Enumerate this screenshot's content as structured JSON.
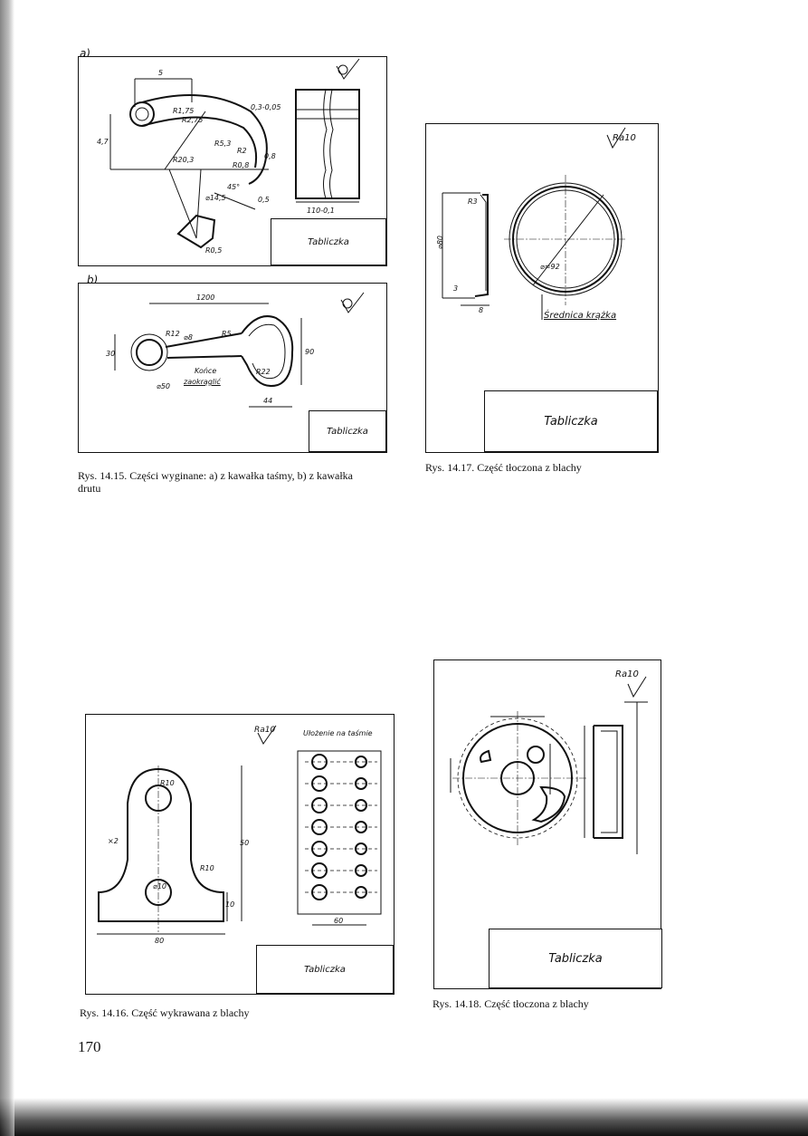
{
  "page_number": "170",
  "fig_a_label": "a)",
  "fig_b_label": "b)",
  "tablet": "Tabliczka",
  "roughness_ra10": "Ra10",
  "fig_14_15": {
    "caption_line1": "Rys. 14.15. Części wyginane: a) z kawałka taśmy, b) z kawałka",
    "caption_line2": "drutu",
    "a_dims": [
      "5",
      "4,7",
      "R1,75",
      "R2,75",
      "0,3-0,05",
      "R5,3",
      "R20,3",
      "R2",
      "R0,8",
      "0,8",
      "45°",
      "0,5",
      "⌀14,5",
      "R0,5",
      "110-0,1"
    ],
    "b_dims": [
      "1200",
      "R5",
      "30",
      "R12",
      "⌀8",
      "⌀50",
      "90",
      "R22",
      "44"
    ],
    "b_note_line1": "Końce",
    "b_note_line2": "zaokrąglić"
  },
  "fig_14_16": {
    "caption": "Rys. 14.16. Część wykrawana z blachy",
    "layout_label": "Ułożenie na taśmie",
    "dims": [
      "R10",
      "×2",
      "50",
      "R10",
      "⌀10",
      "10",
      "80",
      "60"
    ]
  },
  "fig_14_17": {
    "caption": "Rys. 14.17. Część tłoczona z blachy",
    "dims": [
      "R3",
      "⌀80",
      "3",
      "8",
      "⌀≈92"
    ],
    "blank_label": "Średnica krążka"
  },
  "fig_14_18": {
    "caption": "Rys. 14.18. Część tłoczona z blachy"
  }
}
